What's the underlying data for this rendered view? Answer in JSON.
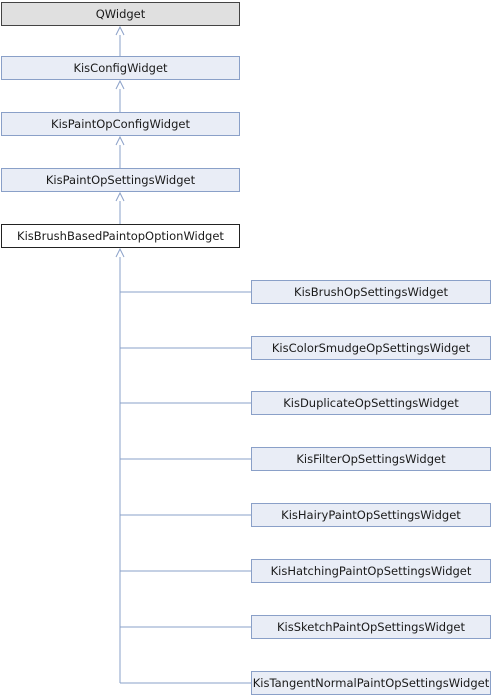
{
  "diagram": {
    "chain": [
      {
        "id": "qwidget",
        "label": "QWidget"
      },
      {
        "id": "kis-config-widget",
        "label": "KisConfigWidget"
      },
      {
        "id": "kis-paint-op-config-widget",
        "label": "KisPaintOpConfigWidget"
      },
      {
        "id": "kis-paint-op-settings-widget",
        "label": "KisPaintOpSettingsWidget"
      },
      {
        "id": "kis-brush-based-paintop-option-widget",
        "label": "KisBrushBasedPaintopOptionWidget"
      }
    ],
    "subclasses": [
      {
        "id": "kis-brush-op-settings-widget",
        "label": "KisBrushOpSettingsWidget"
      },
      {
        "id": "kis-color-smudge-op-settings-widget",
        "label": "KisColorSmudgeOpSettingsWidget"
      },
      {
        "id": "kis-duplicate-op-settings-widget",
        "label": "KisDuplicateOpSettingsWidget"
      },
      {
        "id": "kis-filter-op-settings-widget",
        "label": "KisFilterOpSettingsWidget"
      },
      {
        "id": "kis-hairy-paint-op-settings-widget",
        "label": "KisHairyPaintOpSettingsWidget"
      },
      {
        "id": "kis-hatching-paint-op-settings-widget",
        "label": "KisHatchingPaintOpSettingsWidget"
      },
      {
        "id": "kis-sketch-paint-op-settings-widget",
        "label": "KisSketchPaintOpSettingsWidget"
      },
      {
        "id": "kis-tangent-normal-paint-op-settings-widget",
        "label": "KisTangentNormalPaintOpSettingsWidget"
      }
    ],
    "colors": {
      "node_fill": "#e9edf6",
      "node_border": "#8aa0c8",
      "root_fill": "#e0e0e0",
      "focus_fill": "#ffffff",
      "edge": "#8aa0c8"
    }
  }
}
